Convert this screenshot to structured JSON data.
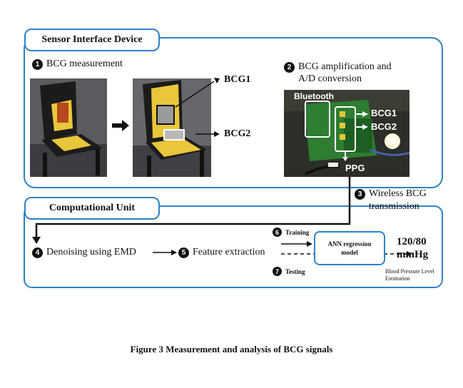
{
  "sensor_panel": {
    "title": "Sensor Interface Device"
  },
  "compute_panel": {
    "title": "Computational Unit"
  },
  "steps": {
    "s1": {
      "num": "1",
      "label": "BCG measurement"
    },
    "s2": {
      "num": "2",
      "label_line1": "BCG amplification and",
      "label_line2": "A/D conversion"
    },
    "s3": {
      "num": "3",
      "label_line1": "Wireless BCG",
      "label_line2": "transmission"
    },
    "s4": {
      "num": "4",
      "label": "Denoising using EMD"
    },
    "s5": {
      "num": "5",
      "label": "Feature extraction"
    },
    "s6": {
      "num": "6",
      "label": "Training"
    },
    "s7": {
      "num": "7",
      "label": "Testing"
    }
  },
  "chair_labels": {
    "bcg1": "BCG1",
    "bcg2": "BCG2"
  },
  "board_labels": {
    "bluetooth": "Bluetooth",
    "bcg1": "BCG1",
    "bcg2": "BCG2",
    "ppg": "PPG"
  },
  "ann_box": {
    "line1": "ANN regression",
    "line2": "model"
  },
  "result": {
    "value": "120/80",
    "unit": "mmHg",
    "note_line1": "Blood Pressure Level",
    "note_line2": "Estimation"
  },
  "caption": "Figure 3 Measurement and analysis of BCG signals",
  "colors": {
    "accent": "#2f82c6",
    "seat": "#e9c63a",
    "pcb": "#2e7d32"
  }
}
